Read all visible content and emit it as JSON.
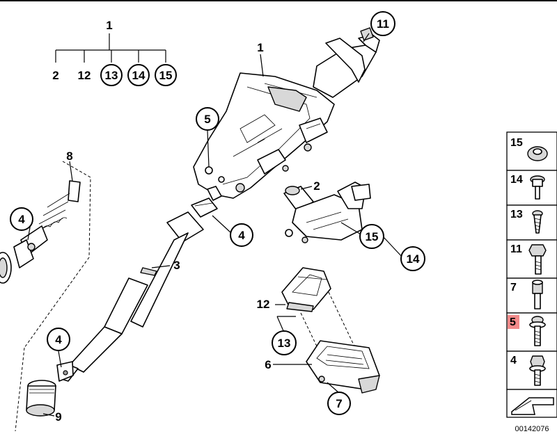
{
  "tree": {
    "root": "1",
    "children": [
      "2",
      "12",
      "13",
      "14",
      "15"
    ]
  },
  "callouts": {
    "c11": "11",
    "c1": "1",
    "c5": "5",
    "c8": "8",
    "c4_left": "4",
    "c4_mid": "4",
    "c4_low": "4",
    "c3": "3",
    "c9": "9",
    "c2": "2",
    "c15": "15",
    "c14": "14",
    "c12": "12",
    "c13": "13",
    "c6": "6",
    "c7": "7"
  },
  "sidebar": {
    "items": [
      {
        "num": "15",
        "icon": "washer-icon",
        "highlight": false
      },
      {
        "num": "14",
        "icon": "shoulder-bolt-icon",
        "highlight": false
      },
      {
        "num": "13",
        "icon": "self-tapping-screw-icon",
        "highlight": false
      },
      {
        "num": "11",
        "icon": "hex-flange-bolt-icon",
        "highlight": false
      },
      {
        "num": "7",
        "icon": "socket-head-screw-icon",
        "highlight": false
      },
      {
        "num": "5",
        "icon": "collar-bolt-icon",
        "highlight": true
      },
      {
        "num": "4",
        "icon": "torx-bolt-icon",
        "highlight": false
      }
    ],
    "highlight_color": "#f28a8a"
  },
  "reference_number": "00142076"
}
